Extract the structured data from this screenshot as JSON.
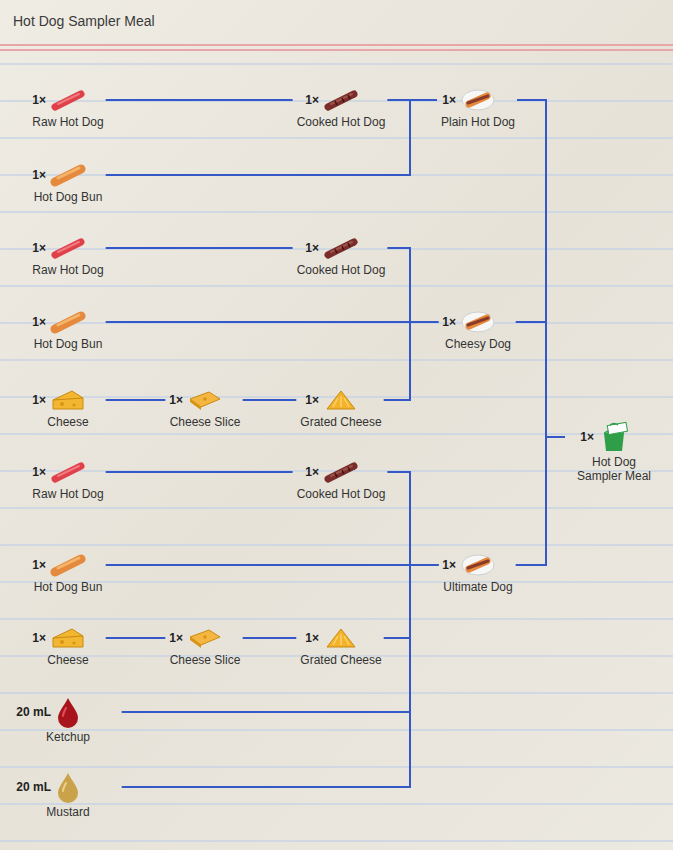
{
  "diagram": {
    "title": "Hot Dog Sampler Meal",
    "nodes": [
      {
        "text": [
          "1×",
          "Raw Hot Dog"
        ]
      },
      {
        "text": [
          "1×",
          "Cooked Hot Dog"
        ]
      },
      {
        "text": [
          "1×",
          "Plain Hot Dog"
        ]
      },
      {
        "text": [
          "1×",
          "Hot Dog Bun"
        ]
      },
      {
        "text": [
          "1×",
          "Raw Hot Dog"
        ]
      },
      {
        "text": [
          "1×",
          "Cooked Hot Dog"
        ]
      },
      {
        "text": [
          "1×",
          "Hot Dog Bun"
        ]
      },
      {
        "text": [
          "1×",
          "Cheesy Dog"
        ]
      },
      {
        "text": [
          "1×",
          "Cheese"
        ]
      },
      {
        "text": [
          "1×",
          "Cheese Slice"
        ]
      },
      {
        "text": [
          "1×",
          "Grated Cheese"
        ]
      },
      {
        "text": [
          "1×",
          "Raw Hot Dog"
        ]
      },
      {
        "text": [
          "1×",
          "Cooked Hot Dog"
        ]
      },
      {
        "text": [
          "1×",
          "Hot Dog Bun"
        ]
      },
      {
        "text": [
          "1×",
          "Ultimate Dog"
        ]
      },
      {
        "text": [
          "1×",
          "Cheese"
        ]
      },
      {
        "text": [
          "1×",
          "Cheese Slice"
        ]
      },
      {
        "text": [
          "1×",
          "Grated Cheese"
        ]
      },
      {
        "text": [
          "20 mL",
          "Ketchup"
        ]
      },
      {
        "text": [
          "20 mL",
          "Mustard"
        ]
      },
      {
        "text": [
          "1×",
          "Hot Dog Sampler Meal"
        ]
      }
    ],
    "edges": [
      {
        "from": 0,
        "to": 1,
        "arrow": "none"
      },
      {
        "from": 1,
        "to": 2,
        "arrow": "none"
      },
      {
        "from": 3,
        "to": 2,
        "arrow": "none"
      },
      {
        "from": 2,
        "to": 20,
        "arrow": "none"
      },
      {
        "from": 4,
        "to": 5,
        "arrow": "none"
      },
      {
        "from": 5,
        "to": 7,
        "arrow": "none"
      },
      {
        "from": 6,
        "to": 7,
        "arrow": "none"
      },
      {
        "from": 8,
        "to": 9,
        "arrow": "none"
      },
      {
        "from": 9,
        "to": 10,
        "arrow": "none"
      },
      {
        "from": 10,
        "to": 7,
        "arrow": "none"
      },
      {
        "from": 7,
        "to": 20,
        "arrow": "none"
      },
      {
        "from": 11,
        "to": 12,
        "arrow": "none"
      },
      {
        "from": 12,
        "to": 14,
        "arrow": "none"
      },
      {
        "from": 13,
        "to": 14,
        "arrow": "none"
      },
      {
        "from": 15,
        "to": 16,
        "arrow": "none"
      },
      {
        "from": 16,
        "to": 17,
        "arrow": "none"
      },
      {
        "from": 17,
        "to": 14,
        "arrow": "none"
      },
      {
        "from": 18,
        "to": 14,
        "arrow": "none"
      },
      {
        "from": 19,
        "to": 14,
        "arrow": "none"
      },
      {
        "from": 14,
        "to": 20,
        "arrow": "none"
      }
    ]
  }
}
